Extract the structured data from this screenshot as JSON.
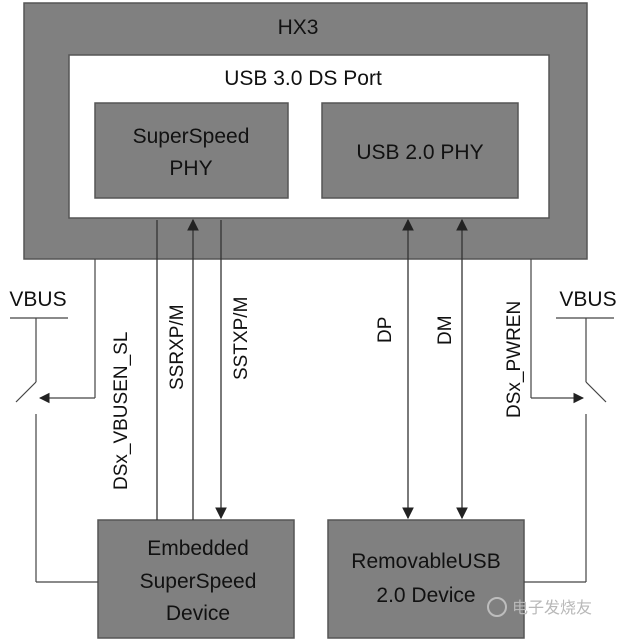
{
  "hx3": {
    "title": "HX3"
  },
  "port": {
    "title": "USB 3.0 DS Port"
  },
  "superspeed_phy": {
    "line1": "SuperSpeed",
    "line2": "PHY"
  },
  "usb2_phy": {
    "label": "USB 2.0 PHY"
  },
  "signals": {
    "vbusen": "DSx_VBUSEN_SL",
    "ssrx": "SSRXP/M",
    "sstx": "SSTXP/M",
    "dp": "DP",
    "dm": "DM",
    "pwren": "DSx_PWREN"
  },
  "vbus_left": "VBUS",
  "vbus_right": "VBUS",
  "embedded_device": {
    "line1": "Embedded",
    "line2": "SuperSpeed",
    "line3": "Device"
  },
  "removable_device": {
    "line1": "RemovableUSB",
    "line2": "2.0 Device"
  },
  "watermark": "电子发烧友",
  "colors": {
    "box_fill": "#808080",
    "inner_fill": "#ffffff",
    "line": "#555555"
  }
}
